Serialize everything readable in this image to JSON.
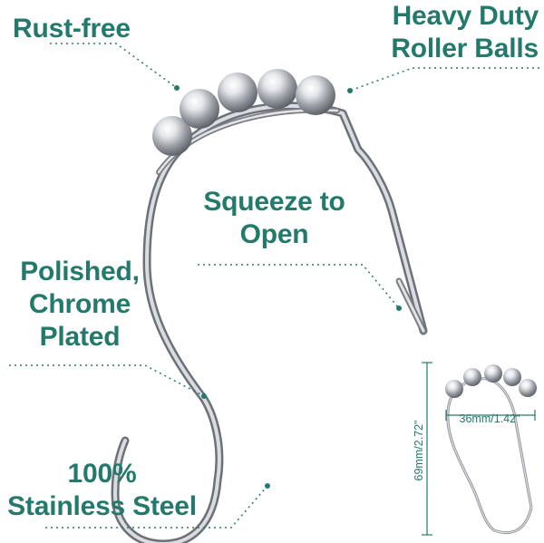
{
  "features": {
    "rust_free": "Rust-free",
    "heavy_duty_line1": "Heavy Duty",
    "heavy_duty_line2": "Roller Balls",
    "squeeze_line1": "Squeeze to",
    "squeeze_line2": "Open",
    "polished_line1": "Polished,",
    "polished_line2": "Chrome",
    "polished_line3": "Plated",
    "steel_line1": "100%",
    "steel_line2": "Stainless Steel"
  },
  "dimensions": {
    "width": "36mm/1.42\"",
    "height": "69mm/2.72\""
  },
  "colors": {
    "accent": "#237a6c",
    "metal": "#b8bcc1"
  }
}
